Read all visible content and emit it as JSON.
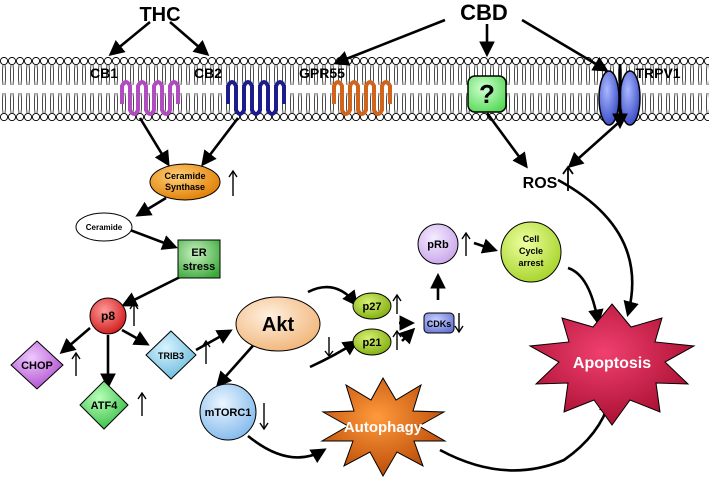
{
  "nodes": {
    "thc": "THC",
    "cbd": "CBD",
    "cb1": "CB1",
    "cb2": "CB2",
    "gpr55": "GPR55",
    "unknown_receptor": "?",
    "trpv1": "TRPV1",
    "ceramide_synthase_line1": "Ceramide",
    "ceramide_synthase_line2": "Synthase",
    "ceramide": "Ceramide",
    "er_stress_line1": "ER",
    "er_stress_line2": "stress",
    "p8": "p8",
    "chop": "CHOP",
    "atf4": "ATF4",
    "trib3": "TRIB3",
    "akt": "Akt",
    "mtorc1": "mTORC1",
    "autophagy": "Autophagy",
    "p27": "p27",
    "p21": "p21",
    "cdks": "CDKs",
    "prb": "pRb",
    "cell_cycle_line1": "Cell",
    "cell_cycle_line2": "Cycle",
    "cell_cycle_line3": "arrest",
    "ros": "ROS",
    "apoptosis": "Apoptosis"
  },
  "colors": {
    "cb1": "#b04cc0",
    "cb2": "#1c1c8c",
    "gpr55": "#d0641c",
    "unknown": "#7cf07c",
    "trpv1": "#5060d8",
    "ceramide_synthase": "#f0900c",
    "er_stress": "#50c050",
    "p8": "#e02828",
    "chop": "#c060d8",
    "atf4": "#50d060",
    "trib3": "#80c8e0",
    "akt": "#f8c898",
    "mtorc1": "#98c8f0",
    "autophagy": "#d05c08",
    "p27_p21": "#98c818",
    "cdks": "#8090e0",
    "prb": "#d8b8f0",
    "cell_cycle": "#b8e040",
    "apoptosis": "#c0103c"
  }
}
